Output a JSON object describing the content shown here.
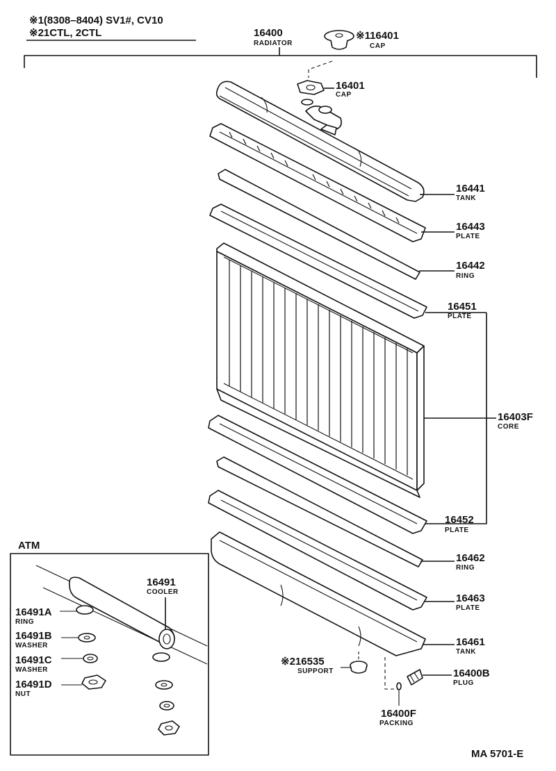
{
  "header": {
    "line1": "※1(8308–8404) SV1#, CV10",
    "line2": "※21CTL, 2CTL"
  },
  "inset_title": "ATM",
  "figure_code": "MA 5701-E",
  "parts": {
    "radiator": {
      "number": "16400",
      "name": "RADIATOR"
    },
    "cap_top": {
      "number": "※116401",
      "name": "CAP"
    },
    "cap": {
      "number": "16401",
      "name": "CAP"
    },
    "tank_upper": {
      "number": "16441",
      "name": "TANK"
    },
    "plate_16443": {
      "number": "16443",
      "name": "PLATE"
    },
    "ring_16442": {
      "number": "16442",
      "name": "RING"
    },
    "plate_16451": {
      "number": "16451",
      "name": "PLATE"
    },
    "core": {
      "number": "16403F",
      "name": "CORE"
    },
    "plate_16452": {
      "number": "16452",
      "name": "PLATE"
    },
    "ring_16462": {
      "number": "16462",
      "name": "RING"
    },
    "plate_16463": {
      "number": "16463",
      "name": "PLATE"
    },
    "tank_lower": {
      "number": "16461",
      "name": "TANK"
    },
    "support": {
      "number": "※216535",
      "name": "SUPPORT"
    },
    "plug": {
      "number": "16400B",
      "name": "PLUG"
    },
    "packing": {
      "number": "16400F",
      "name": "PACKING"
    },
    "cooler": {
      "number": "16491",
      "name": "COOLER"
    },
    "ring_atm": {
      "number": "16491A",
      "name": "RING"
    },
    "washer_b": {
      "number": "16491B",
      "name": "WASHER"
    },
    "washer_c": {
      "number": "16491C",
      "name": "WASHER"
    },
    "nut": {
      "number": "16491D",
      "name": "NUT"
    }
  }
}
